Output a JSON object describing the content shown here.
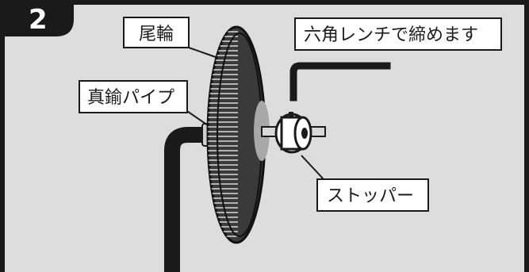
{
  "step": {
    "number": "2"
  },
  "callouts": {
    "tail_wheel": "尾輪",
    "hex_wrench": "六角レンチで締めます",
    "brass_pipe": "真鍮パイプ",
    "stopper": "ストッパー"
  },
  "colors": {
    "background": "#dcdddd",
    "frame": "#1a1a1a",
    "wheel": "#3a3a3a",
    "hub": "#a8a8a8",
    "callout_fill": "#ffffff"
  },
  "icons": [
    "wheel-icon",
    "pipe-icon",
    "wrench-icon",
    "stopper-icon"
  ]
}
